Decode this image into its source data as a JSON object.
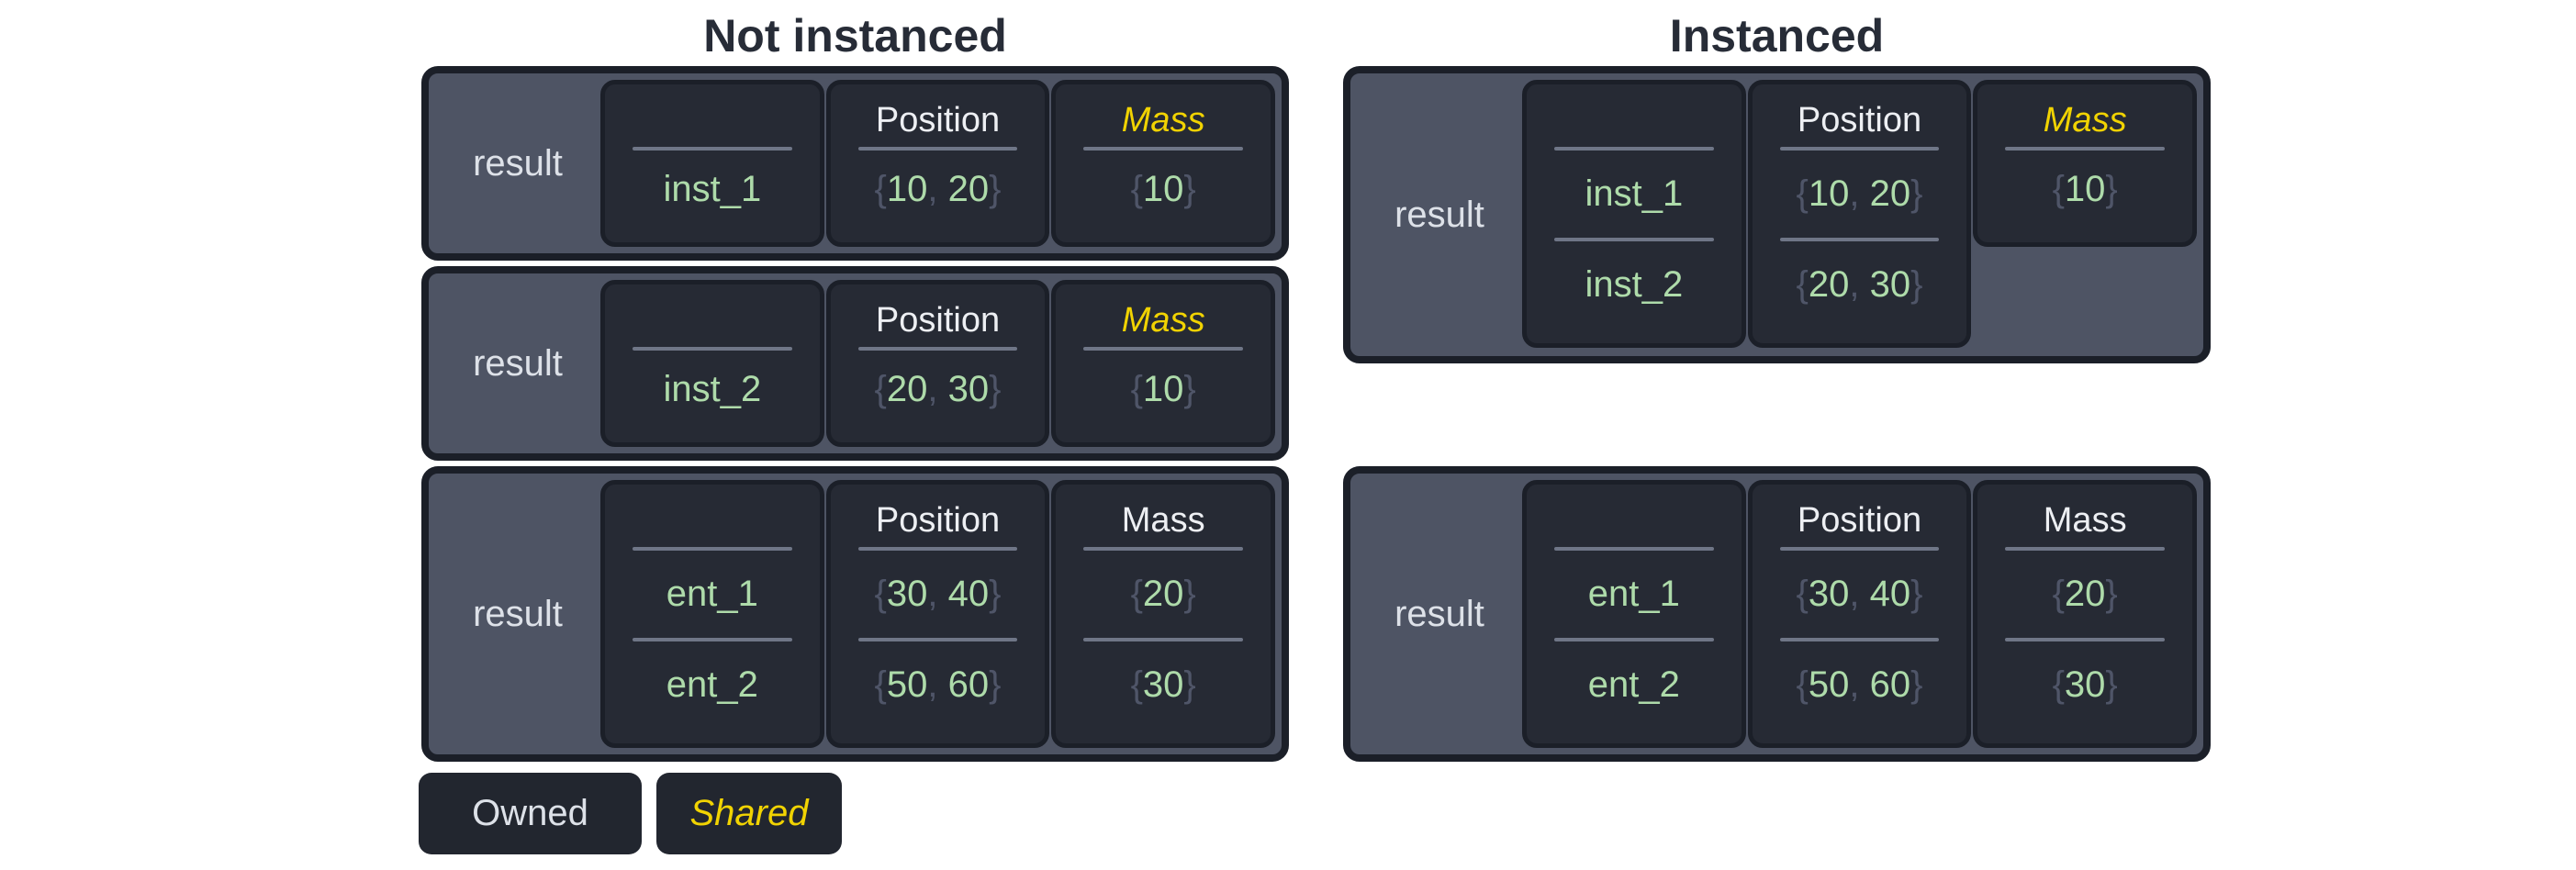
{
  "titles": {
    "left": "Not instanced",
    "right": "Instanced"
  },
  "legend": {
    "items": [
      {
        "label": "Owned",
        "shared": false
      },
      {
        "label": "Shared",
        "shared": true
      }
    ]
  },
  "colors": {
    "shared_yellow": "#f1d302",
    "owned_header": "#edeff3",
    "value_green": "#aedbaa",
    "punctuation_gray": "#4f5568",
    "box_slate": "#4e5464",
    "cell_dark": "#262a34",
    "border_dark": "#1b1f28",
    "title_dark": "#272c37"
  },
  "boxes": [
    {
      "section": "Not instanced",
      "label": "result",
      "columns": [
        {
          "header": "",
          "shared": false,
          "braced": false,
          "values": [
            [
              "inst_1"
            ]
          ]
        },
        {
          "header": "Position",
          "shared": false,
          "braced": true,
          "values": [
            [
              "10",
              "20"
            ]
          ]
        },
        {
          "header": "Mass",
          "shared": true,
          "braced": true,
          "values": [
            [
              "10"
            ]
          ]
        }
      ]
    },
    {
      "section": "Not instanced",
      "label": "result",
      "columns": [
        {
          "header": "",
          "shared": false,
          "braced": false,
          "values": [
            [
              "inst_2"
            ]
          ]
        },
        {
          "header": "Position",
          "shared": false,
          "braced": true,
          "values": [
            [
              "20",
              "30"
            ]
          ]
        },
        {
          "header": "Mass",
          "shared": true,
          "braced": true,
          "values": [
            [
              "10"
            ]
          ]
        }
      ]
    },
    {
      "section": "Not instanced",
      "label": "result",
      "columns": [
        {
          "header": "",
          "shared": false,
          "braced": false,
          "values": [
            [
              "ent_1"
            ],
            [
              "ent_2"
            ]
          ]
        },
        {
          "header": "Position",
          "shared": false,
          "braced": true,
          "values": [
            [
              "30",
              "40"
            ],
            [
              "50",
              "60"
            ]
          ]
        },
        {
          "header": "Mass",
          "shared": false,
          "braced": true,
          "values": [
            [
              "20"
            ],
            [
              "30"
            ]
          ]
        }
      ]
    },
    {
      "section": "Instanced",
      "label": "result",
      "columns": [
        {
          "header": "",
          "shared": false,
          "braced": false,
          "values": [
            [
              "inst_1"
            ],
            [
              "inst_2"
            ]
          ]
        },
        {
          "header": "Position",
          "shared": false,
          "braced": true,
          "values": [
            [
              "10",
              "20"
            ],
            [
              "20",
              "30"
            ]
          ]
        },
        {
          "header": "Mass",
          "shared": true,
          "braced": true,
          "values": [
            [
              "10"
            ]
          ]
        }
      ]
    },
    {
      "section": "Instanced",
      "label": "result",
      "columns": [
        {
          "header": "",
          "shared": false,
          "braced": false,
          "values": [
            [
              "ent_1"
            ],
            [
              "ent_2"
            ]
          ]
        },
        {
          "header": "Position",
          "shared": false,
          "braced": true,
          "values": [
            [
              "30",
              "40"
            ],
            [
              "50",
              "60"
            ]
          ]
        },
        {
          "header": "Mass",
          "shared": false,
          "braced": true,
          "values": [
            [
              "20"
            ],
            [
              "30"
            ]
          ]
        }
      ]
    }
  ]
}
